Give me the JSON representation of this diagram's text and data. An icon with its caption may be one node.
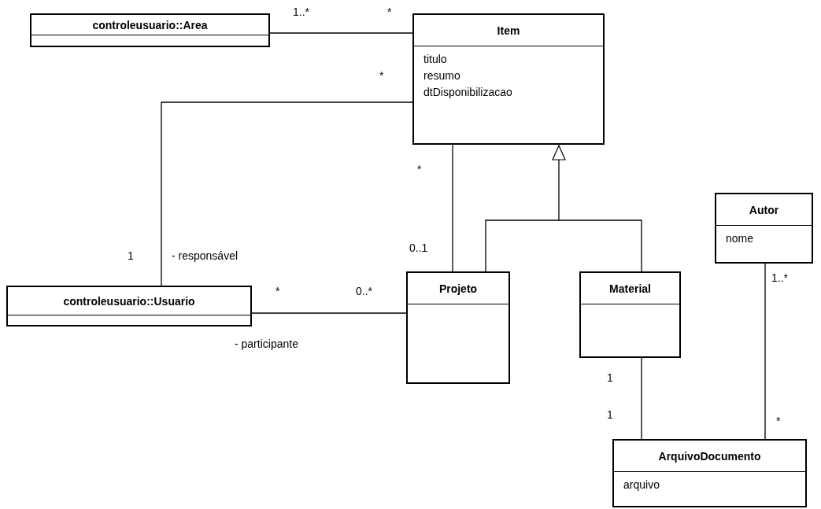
{
  "diagram": {
    "nodes": [
      {
        "text": [
          "controleusuario::Area"
        ]
      },
      {
        "text": [
          "Item",
          "titulo",
          "resumo",
          "dtDisponibilizacao"
        ]
      },
      {
        "text": [
          "controleusuario::Usuario"
        ]
      },
      {
        "text": [
          "Projeto"
        ]
      },
      {
        "text": [
          "Material"
        ]
      },
      {
        "text": [
          "Autor",
          "nome"
        ]
      },
      {
        "text": [
          "ArquivoDocumento",
          "arquivo"
        ]
      }
    ],
    "edges": [
      {
        "from": 0,
        "to": 1,
        "arrow": "none"
      },
      {
        "from": 2,
        "to": 1,
        "arrow": "none"
      },
      {
        "from": 1,
        "to": 3,
        "arrow": "none"
      },
      {
        "from": 3,
        "to": 1,
        "arrow": "to"
      },
      {
        "from": 4,
        "to": 1,
        "arrow": "to"
      },
      {
        "from": 2,
        "to": 3,
        "arrow": "none"
      },
      {
        "from": 4,
        "to": 6,
        "arrow": "none"
      },
      {
        "from": 5,
        "to": 6,
        "arrow": "none"
      }
    ],
    "labels": [
      "1..*",
      "*",
      "*",
      "*",
      "1",
      "- responsável",
      "0..1",
      "*",
      "0..*",
      "- participante",
      "1..*",
      "1",
      "1",
      "*"
    ]
  }
}
